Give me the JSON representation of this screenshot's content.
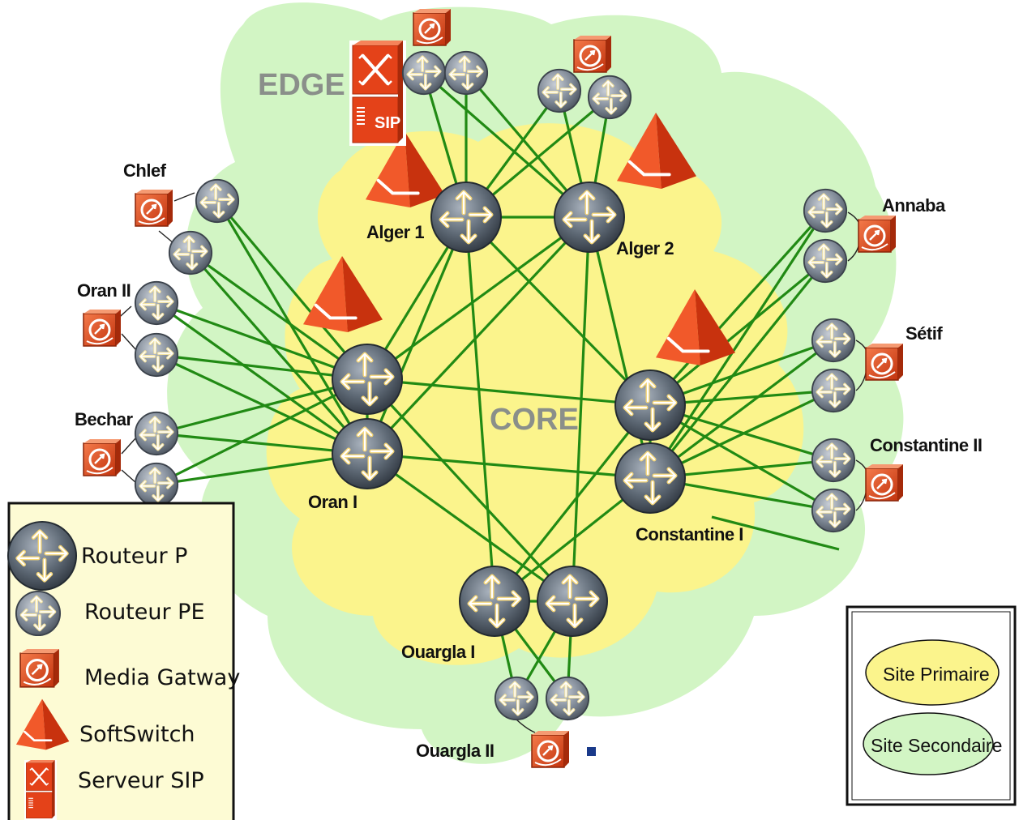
{
  "zones": {
    "edge": "EDGE",
    "core": "CORE"
  },
  "sites": {
    "alger1": "Alger 1",
    "alger2": "Alger 2",
    "oran1": "Oran I",
    "oran2": "Oran II",
    "chlef": "Chlef",
    "bechar": "Bechar",
    "annaba": "Annaba",
    "setif": "Sétif",
    "constantine1": "Constantine I",
    "constantine2": "Constantine II",
    "ouargla1": "Ouargla I",
    "ouargla2": "Ouargla II"
  },
  "sip_badge": "SIP",
  "legend": {
    "router_p": "Routeur P",
    "router_pe": "Routeur PE",
    "media_gateway": "Media Gatway",
    "softswitch": "SoftSwitch",
    "sip_server": "Serveur SIP"
  },
  "site_legend": {
    "primary": "Site  Primaire",
    "secondary": "Site  Secondaire"
  },
  "colors": {
    "edge_cloud": "#d2f5c4",
    "core_cloud": "#fbf48c",
    "link": "#218a14",
    "device_orange": "#e8461e",
    "router_body": "#5a6470",
    "legend_bg": "#fdfbd4"
  }
}
